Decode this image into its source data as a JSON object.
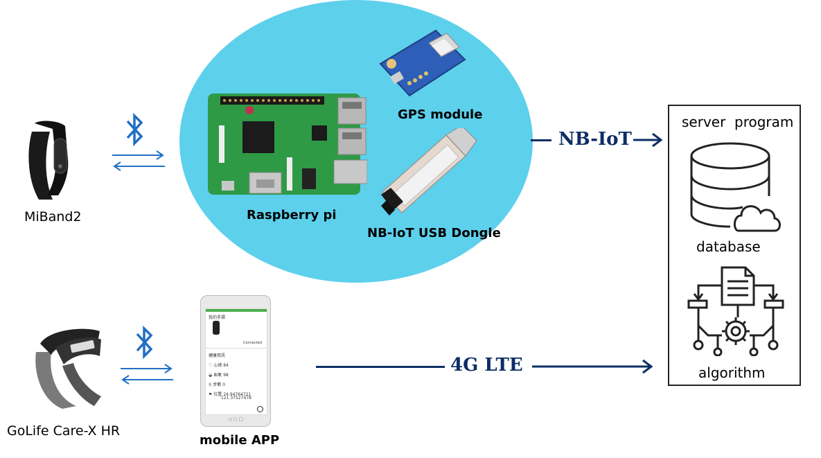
{
  "labels": {
    "miband": "MiBand2",
    "golife": "GoLife Care-X HR",
    "raspberry": "Raspberry pi",
    "gps": "GPS module",
    "dongle": "NB-IoT USB Dongle",
    "mobile": "mobile APP",
    "nbiot": "NB-IoT",
    "lte": "4G LTE",
    "server": "server  program",
    "database": "database",
    "algorithm": "algorithm"
  },
  "phone": {
    "section1": "我的手環",
    "section2": "健康資訊",
    "heart_label": "心律",
    "heart_value": "84",
    "oxygen_label": "血氧",
    "oxygen_value": "98",
    "steps_label": "步數",
    "steps_value": "0",
    "position_label": "位置",
    "lat": "24.94764721",
    "lon": "121.37527478",
    "status": "Connected"
  },
  "colors": {
    "circle": "#5dd0ec",
    "arrow_dark": "#0d2d66",
    "bluetooth": "#1f6fc5",
    "board_green": "#2f9a46"
  }
}
